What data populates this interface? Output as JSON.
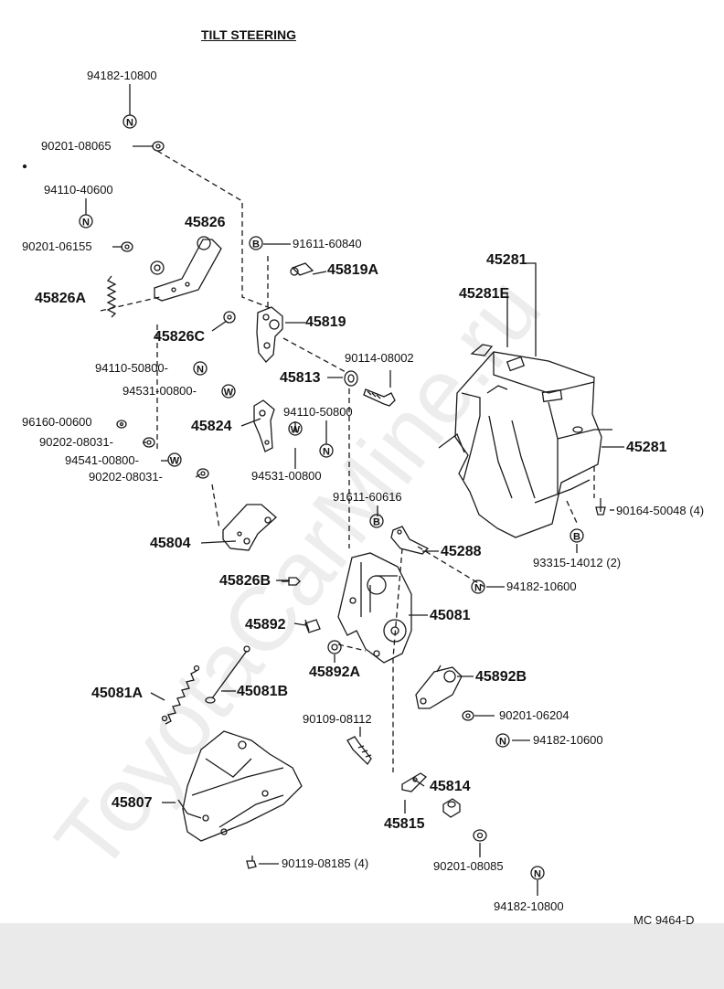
{
  "title": "TILT STEERING",
  "diagram_code": "MC 9464-D",
  "watermark": "ToyotaCarMine.ru",
  "symbols": {
    "nut": "N",
    "bolt": "B",
    "washer": "W"
  },
  "labels": {
    "p94182_10800_top": "94182-10800",
    "p90201_08065": "90201-08065",
    "p94110_40600": "94110-40600",
    "p90201_06155": "90201-06155",
    "p45826": "45826",
    "p91611_60840": "91611-60840",
    "p45819A": "45819A",
    "p45281_top": "45281",
    "p45281E": "45281E",
    "p45826A": "45826A",
    "p45819": "45819",
    "p45826C": "45826C",
    "p90114_08002": "90114-08002",
    "p94110_50800_a": "94110-50800-",
    "p45813": "45813",
    "p94531_00800_a": "94531-00800-",
    "p94110_50800_b": "94110-50800",
    "p96160_00600": "96160-00600",
    "p45824": "45824",
    "p90202_08031_a": "90202-08031-",
    "p45281_right": "45281",
    "p94541_00800": "94541-00800-",
    "p90202_08031_b": "90202-08031-",
    "p94531_00800_b": "94531-00800",
    "p91611_60616": "91611-60616",
    "p90164_50048": "90164-50048 (4)",
    "p93315_14012": "93315-14012 (2)",
    "p45804": "45804",
    "p45288": "45288",
    "p94182_10600_a": "94182-10600",
    "p45826B": "45826B",
    "p45081": "45081",
    "p45892": "45892",
    "p45892A": "45892A",
    "p45892B": "45892B",
    "p45081A": "45081A",
    "p45081B": "45081B",
    "p90109_08112": "90109-08112",
    "p90201_06204": "90201-06204",
    "p94182_10600_b": "94182-10600",
    "p45814": "45814",
    "p45807": "45807",
    "p45815": "45815",
    "p90119_08185": "90119-08185 (4)",
    "p90201_08085": "90201-08085",
    "p94182_10800_bot": "94182-10800"
  }
}
